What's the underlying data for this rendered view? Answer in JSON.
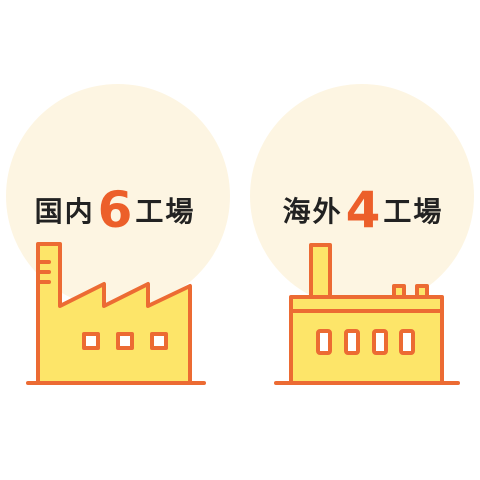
{
  "colors": {
    "background": "#ffffff",
    "circle": "#fdf5e2",
    "factory_fill": "#fde569",
    "outline": "#ec6b33",
    "number": "#ec5f2a",
    "text": "#222222"
  },
  "domestic": {
    "prefix": "国内",
    "count": "6",
    "suffix": "工場",
    "icon": "factory-sawtooth-icon"
  },
  "overseas": {
    "prefix": "海外",
    "count": "4",
    "suffix": "工場",
    "icon": "factory-flat-roof-icon"
  }
}
